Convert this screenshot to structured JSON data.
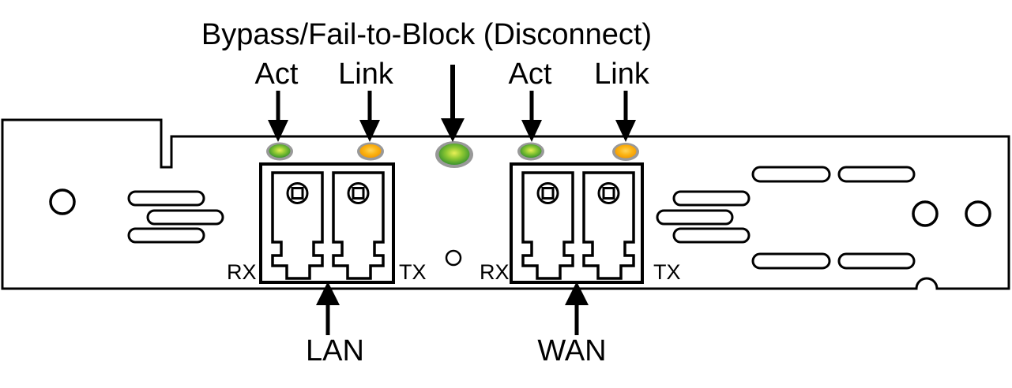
{
  "diagram": {
    "title": "Bypass/Fail-to-Block (Disconnect)",
    "labels": {
      "act_lan": "Act",
      "link_lan": "Link",
      "act_wan": "Act",
      "link_wan": "Link",
      "lan": "LAN",
      "wan": "WAN",
      "lan_rx": "RX",
      "lan_tx": "TX",
      "wan_rx": "RX",
      "wan_tx": "TX"
    }
  },
  "colors": {
    "outline": "#000000",
    "led_ring": "#999999",
    "led_green_center": "#e8ef55",
    "led_green_mid": "#8cc732",
    "led_green_edge": "#2e8b2e",
    "led_amber_center": "#ffd45a",
    "led_amber_mid": "#fcb515",
    "led_amber_edge": "#f09600"
  }
}
